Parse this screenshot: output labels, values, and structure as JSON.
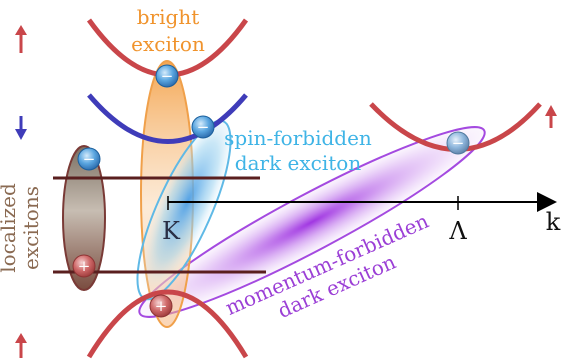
{
  "labels": {
    "bright_exciton": [
      "bright",
      "exciton"
    ],
    "spin_forbidden": [
      "spin-forbidden",
      "dark exciton"
    ],
    "momentum_forbidden": [
      "momentum-forbidden",
      "dark exciton"
    ],
    "localized": [
      "localized",
      "excitons"
    ],
    "k_point": "K",
    "lambda_point": "Λ",
    "k_axis": "k"
  },
  "symbols": {
    "electron": "−",
    "hole": "+"
  },
  "icons": {
    "spin_up": "spin-up-arrow-icon",
    "spin_down": "spin-down-arrow-icon"
  },
  "colors": {
    "band_red": "#c9464a",
    "band_blue": "#3f3cb9",
    "bright_orange": "#f0a04a",
    "spin_blue": "#5fb9e6",
    "momentum_purple": "#a748e0",
    "localized_brown": "#7a3a36",
    "bright_text": "#f0932c",
    "spin_text": "#3fb4e6",
    "momentum_text": "#9b3fd6",
    "localized_text": "#8a6a52",
    "level_line": "#5a1f1f"
  }
}
